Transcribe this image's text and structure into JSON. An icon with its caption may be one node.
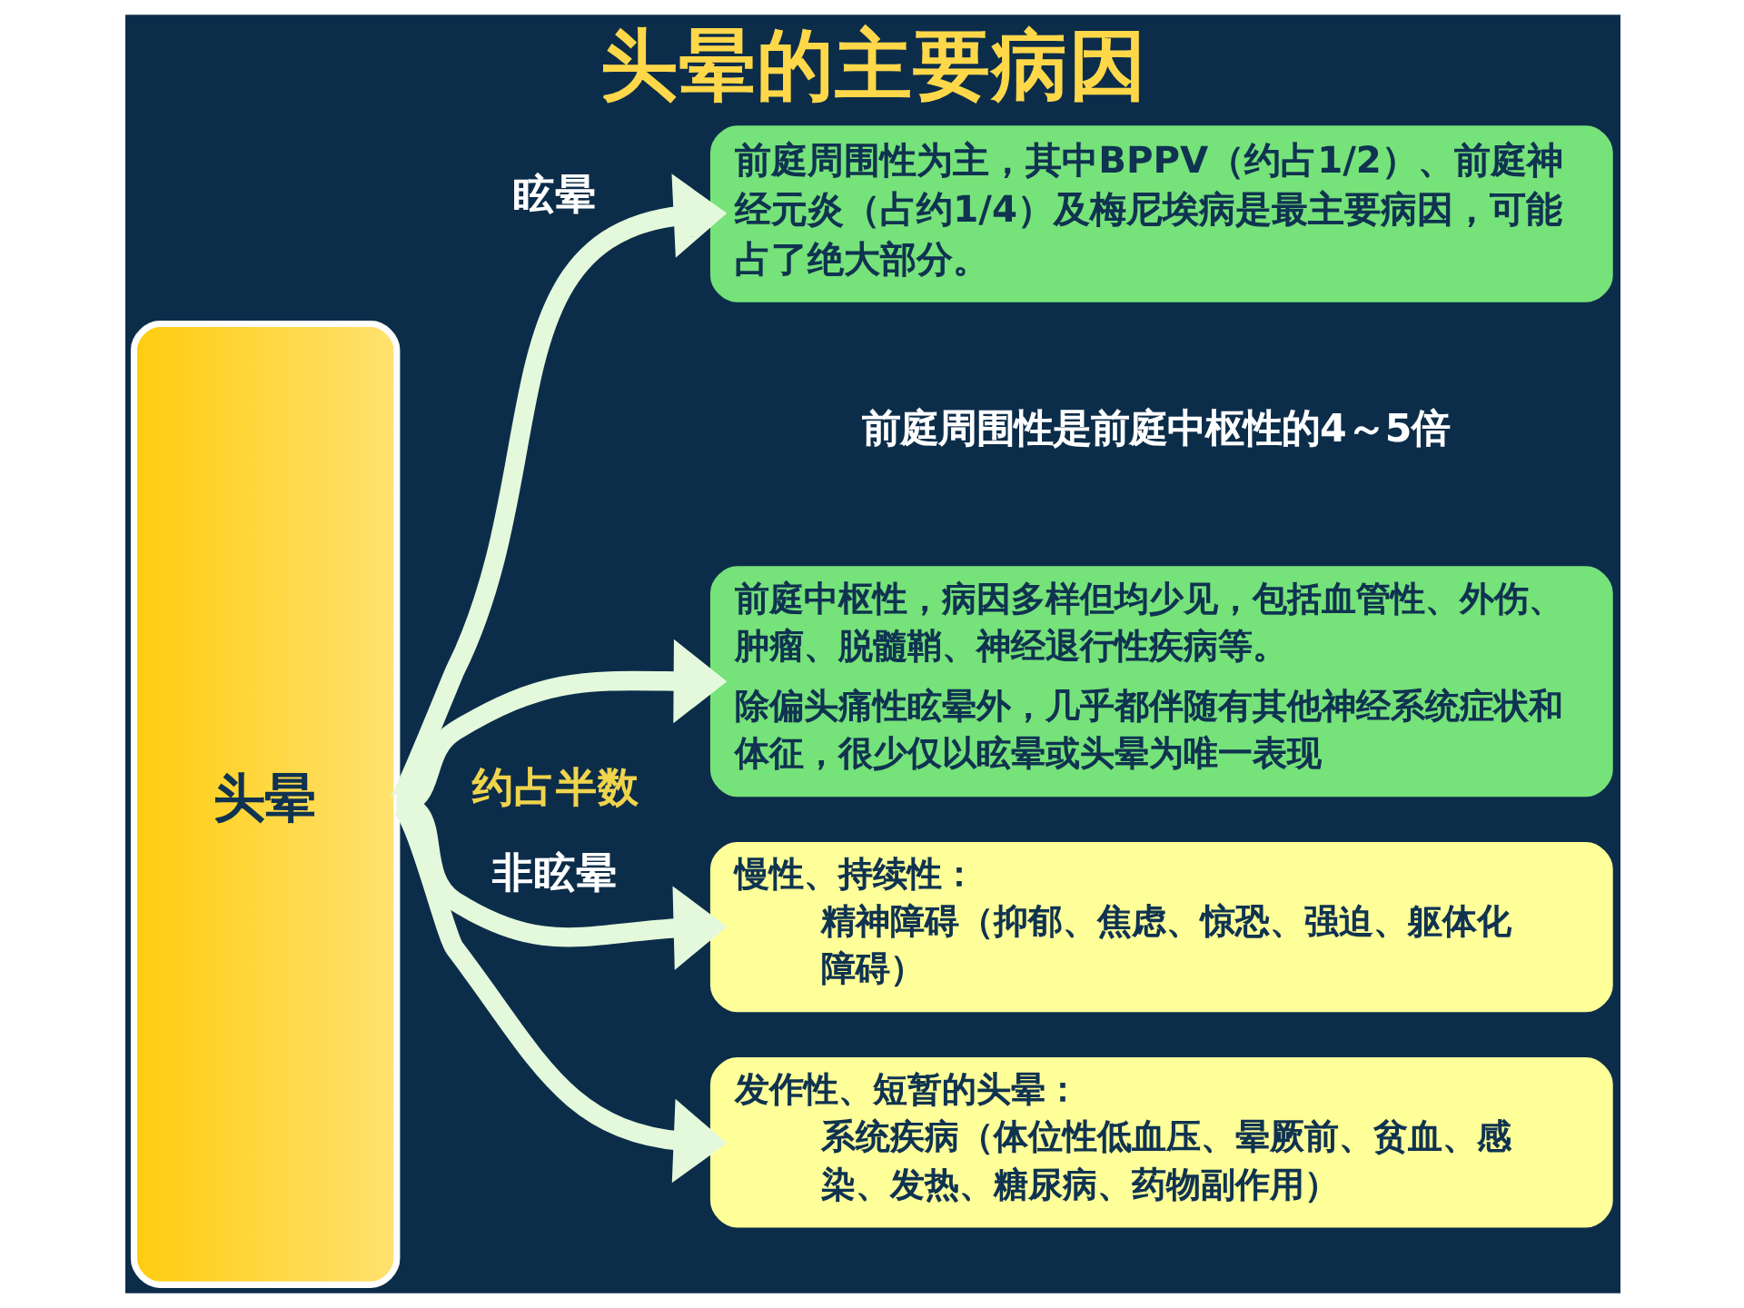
{
  "diagram": {
    "title": "头晕的主要病因",
    "nodes": [
      {
        "text": [
          "头晕"
        ]
      },
      {
        "text": [
          "前庭周围性为主，其中BPPV（约占1/2）、前庭神经元炎（占约1/4）及梅尼埃病是最主要病因，可能占了绝大部分。"
        ]
      },
      {
        "text": [
          "前庭中枢性，病因多样但均少见，包括血管性、外伤、肿瘤、脱髓鞘、神经退行性疾病等。",
          "除偏头痛性眩晕外，几乎都伴随有其他神经系统症状和体征，很少仅以眩晕或头晕为唯一表现"
        ]
      },
      {
        "text": [
          "慢性、持续性：",
          "精神障碍（抑郁、焦虑、惊恐、强迫、躯体化障碍）"
        ]
      },
      {
        "text": [
          "发作性、短暂的头晕：",
          "系统疾病（体位性低血压、晕厥前、贫血、感染、发热、糖尿病、药物副作用）"
        ]
      }
    ],
    "edges": [
      {
        "from": 0,
        "to": 1,
        "arrow": "to",
        "label": "眩晕"
      },
      {
        "from": 0,
        "to": 2,
        "arrow": "to"
      },
      {
        "from": 0,
        "to": 3,
        "arrow": "to",
        "label": "非眩晕"
      },
      {
        "from": 0,
        "to": 4,
        "arrow": "to"
      }
    ],
    "labels": [
      "约占半数",
      "前庭周围性是前庭中枢性的4～5倍"
    ]
  }
}
